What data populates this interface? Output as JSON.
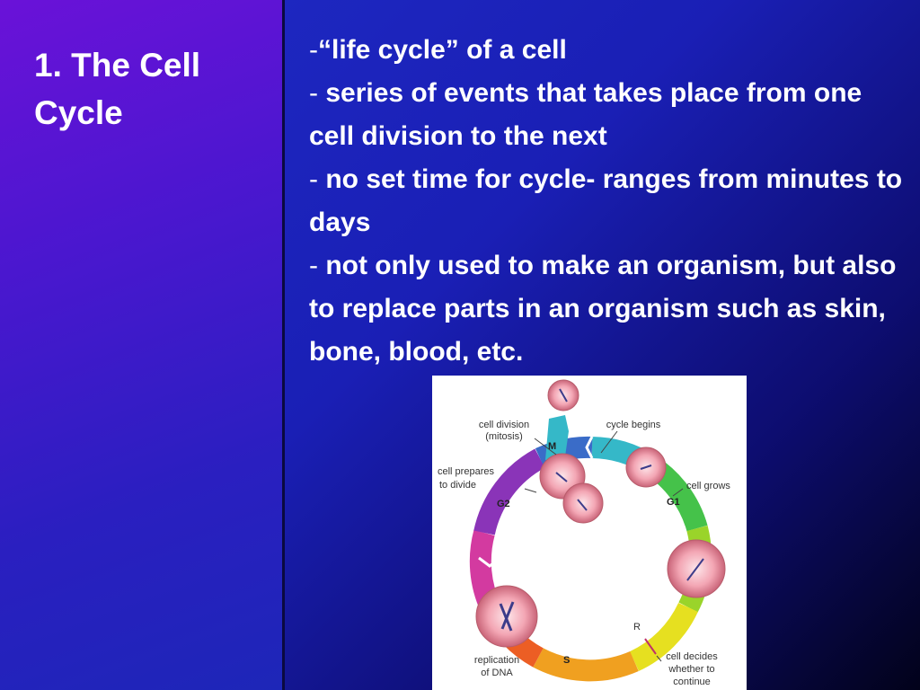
{
  "slide": {
    "title": "1. The Cell Cycle",
    "bullets": [
      {
        "dash": "-",
        "text": "“life cycle” of a cell"
      },
      {
        "dash": "- ",
        "text": "series of events that takes place from one cell division to the next"
      },
      {
        "dash": "- ",
        "text": "no set time for cycle- ranges from minutes to days"
      },
      {
        "dash": "- ",
        "text": "not only used to make an organism, but also to replace parts in an organism such as skin, bone, blood, etc."
      }
    ]
  },
  "diagram": {
    "labels": {
      "cell_division": [
        "cell division",
        "(mitosis)"
      ],
      "cycle_begins": "cycle begins",
      "cell_prepares": [
        "cell prepares",
        "to divide"
      ],
      "cell_grows": "cell grows",
      "replication": [
        "replication",
        "of DNA"
      ],
      "cell_decides": [
        "cell decides",
        "whether to",
        "continue"
      ]
    },
    "phases": {
      "m": "M",
      "g1": "G1",
      "g2": "G2",
      "s": "S",
      "r": "R"
    }
  },
  "colors": {
    "title_text": "#ffffff",
    "body_text": "#ffffff",
    "left_panel": "#4a17cf",
    "background": "#1a1fb5"
  }
}
